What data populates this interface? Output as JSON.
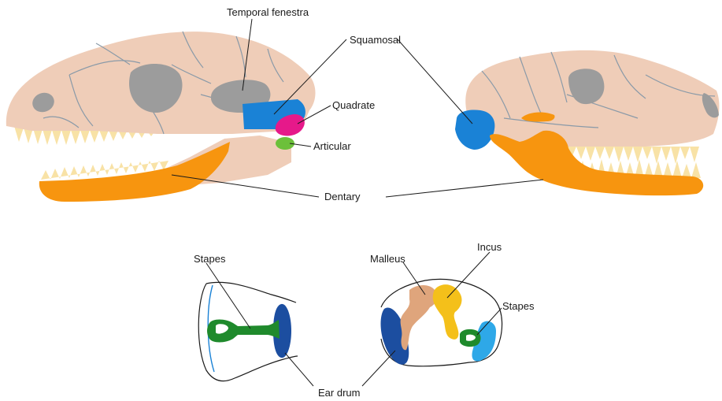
{
  "labels": {
    "temporal_fenestra": "Temporal fenestra",
    "squamosal": "Squamosal",
    "quadrate": "Quadrate",
    "articular": "Articular",
    "dentary": "Dentary",
    "stapes_left": "Stapes",
    "malleus": "Malleus",
    "incus": "Incus",
    "stapes_right": "Stapes",
    "ear_drum": "Ear drum"
  },
  "colors": {
    "skull": "#efcdb8",
    "suture": "#8a9aa8",
    "fenestra": "#9c9c9c",
    "squamosal": "#1a82d6",
    "quadrate": "#e6198a",
    "articular": "#6cc03a",
    "dentary": "#f7950f",
    "teeth": "#f8e2a6",
    "stapes": "#1f8a2c",
    "ear_drum": "#1c4ea0",
    "malleus": "#dfa57c",
    "incus": "#f4c01a",
    "inner_blue": "#2ea8e8",
    "leader": "#1a1a1a"
  }
}
